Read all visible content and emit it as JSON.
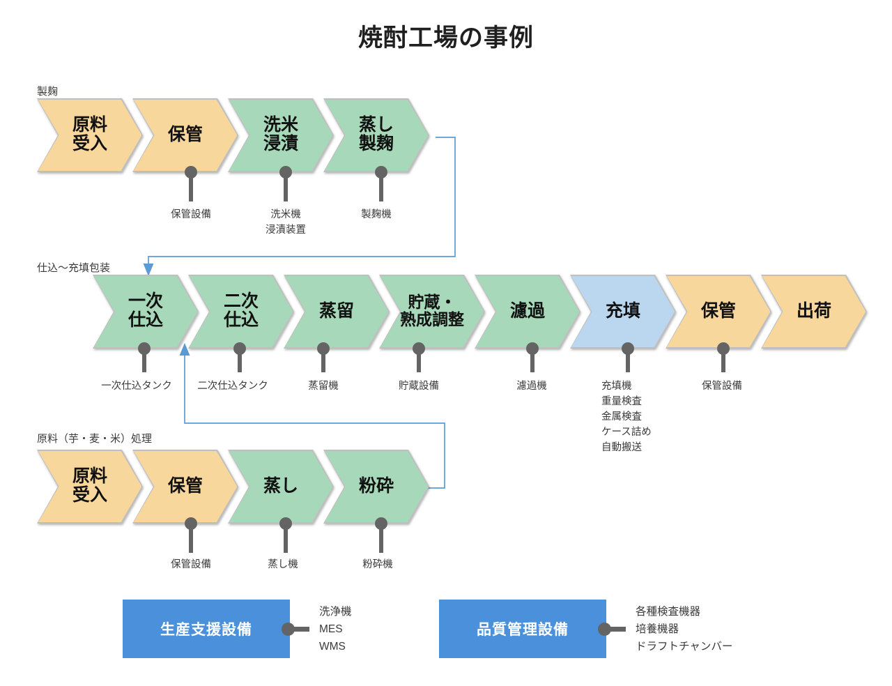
{
  "title": "焼酎工場の事例",
  "colors": {
    "orange": "#f8d79c",
    "green": "#a6d8b9",
    "blue": "#bbd6ef",
    "support_box": "#4a90db",
    "pin": "#646464",
    "connector": "#5b9bd5",
    "outline": "#bfbfbf"
  },
  "rows": [
    {
      "id": "koji",
      "caption": "製麹",
      "steps": [
        {
          "label": "原料\n受入",
          "color": "orange",
          "equipment": []
        },
        {
          "label": "保管",
          "color": "orange",
          "equipment": [
            "保管設備"
          ]
        },
        {
          "label": "洗米\n浸漬",
          "color": "green",
          "equipment": [
            "洗米機",
            "浸漬装置"
          ]
        },
        {
          "label": "蒸し\n製麹",
          "color": "green",
          "equipment": [
            "製麹機"
          ]
        }
      ]
    },
    {
      "id": "shikomi",
      "caption": "仕込～充填包装",
      "steps": [
        {
          "label": "一次\n仕込",
          "color": "green",
          "equipment": [
            "一次仕込タンク"
          ]
        },
        {
          "label": "二次\n仕込",
          "color": "green",
          "equipment": [
            "二次仕込タンク"
          ]
        },
        {
          "label": "蒸留",
          "color": "green",
          "equipment": [
            "蒸留機"
          ]
        },
        {
          "label": "貯蔵・\n熟成調整",
          "color": "green",
          "equipment": [
            "貯蔵設備"
          ]
        },
        {
          "label": "濾過",
          "color": "green",
          "equipment": [
            "濾過機"
          ]
        },
        {
          "label": "充填",
          "color": "blue",
          "equipment": [
            "充填機",
            "重量検査",
            "金属検査",
            "ケース詰め",
            "自動搬送"
          ]
        },
        {
          "label": "保管",
          "color": "orange",
          "equipment": [
            "保管設備"
          ]
        },
        {
          "label": "出荷",
          "color": "orange",
          "equipment": []
        }
      ]
    },
    {
      "id": "genryo",
      "caption": "原料（芋・麦・米）処理",
      "steps": [
        {
          "label": "原料\n受入",
          "color": "orange",
          "equipment": []
        },
        {
          "label": "保管",
          "color": "orange",
          "equipment": [
            "保管設備"
          ]
        },
        {
          "label": "蒸し",
          "color": "green",
          "equipment": [
            "蒸し機"
          ]
        },
        {
          "label": "粉砕",
          "color": "green",
          "equipment": [
            "粉砕機"
          ]
        }
      ]
    }
  ],
  "support": [
    {
      "label": "生産支援設備",
      "items": [
        "洗浄機",
        "MES",
        "WMS"
      ]
    },
    {
      "label": "品質管理設備",
      "items": [
        "各種検査機器",
        "培養機器",
        "ドラフトチャンバー"
      ]
    }
  ]
}
